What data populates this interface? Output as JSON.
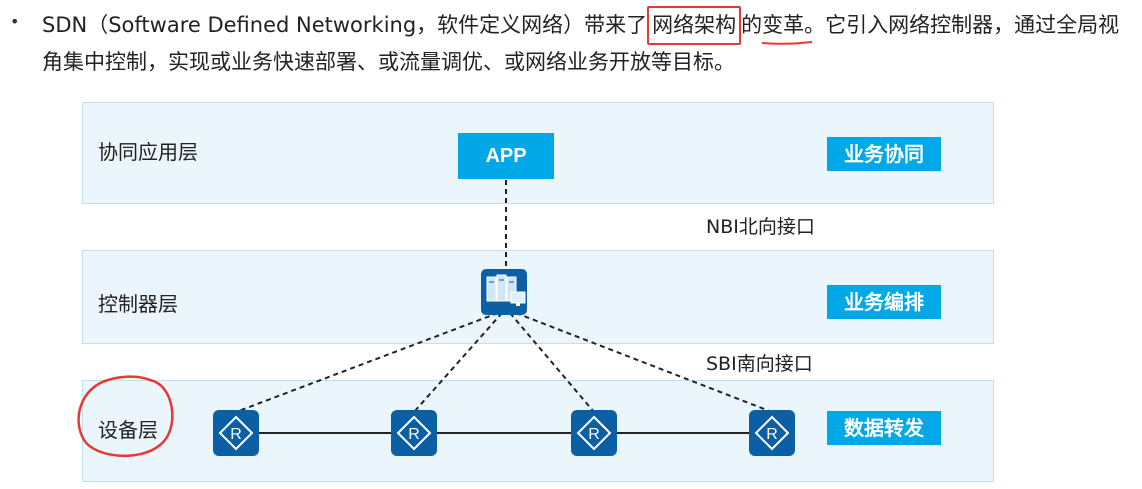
{
  "bullet": {
    "symbol": "•",
    "text_before": "SDN（Software Defined Networking，软件定义网络）带来了",
    "boxed_text": "网络架构",
    "text_middle": "的",
    "underlined_text": "变革",
    "text_after": "。它引入网络控制器，通过全局视角集中控制，实现或业务快速部署、或流量调优、或网络业务开放等目标。"
  },
  "layers": {
    "app": {
      "label": "协同应用层",
      "tag": "业务协同"
    },
    "controller": {
      "label": "控制器层",
      "tag": "业务编排"
    },
    "device": {
      "label": "设备层",
      "tag": "数据转发"
    }
  },
  "app_box": {
    "label": "APP"
  },
  "interfaces": {
    "nbi": "NBI北向接口",
    "sbi": "SBI南向接口"
  },
  "icons": {
    "controller": "server-controller-icon",
    "router": "router-icon",
    "router_letter": "R"
  },
  "colors": {
    "accent": "#00a8e8",
    "layer_bg": "#eaf6fb",
    "layer_border": "#bfe1f2",
    "annotation_red": "#e53935",
    "device_dark": "#0b5fa5"
  }
}
